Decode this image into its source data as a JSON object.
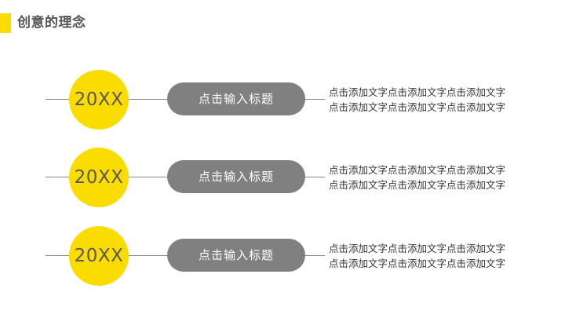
{
  "slide": {
    "background_color": "#ffffff",
    "accent_color": "#FADC00",
    "pill_color": "#808080",
    "line_color": "#8a8a8a"
  },
  "header": {
    "title": "创意的理念",
    "accent_icon": "yellow-bar-accent"
  },
  "rows": [
    {
      "year": "20XX",
      "title": "点击输入标题",
      "body_lines": [
        "点击添加文字点击添加文字点击添加文字",
        "点击添加文字点击添加文字点击添加文字"
      ]
    },
    {
      "year": "20XX",
      "title": "点击输入标题",
      "body_lines": [
        "点击添加文字点击添加文字点击添加文字",
        "点击添加文字点击添加文字点击添加文字"
      ]
    },
    {
      "year": "20XX",
      "title": "点击输入标题",
      "body_lines": [
        "点击添加文字点击添加文字点击添加文字",
        "点击添加文字点击添加文字点击添加文字"
      ]
    }
  ]
}
